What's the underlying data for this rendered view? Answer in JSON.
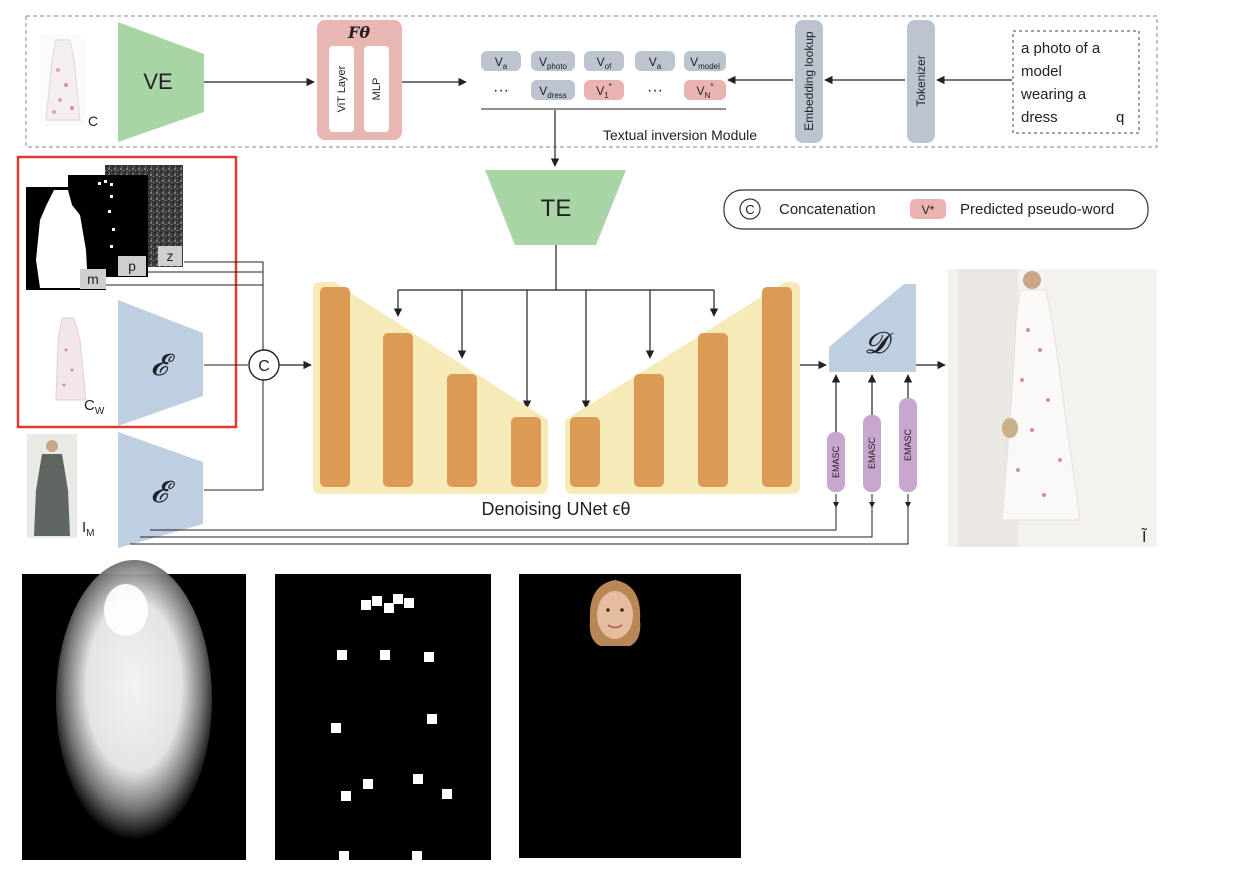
{
  "header": {
    "visual_encoder_label": "VE",
    "mapper_label": "Fθ",
    "vit_layer_label": "ViT Layer",
    "mlp_label": "MLP",
    "embedding_lookup_label": "Embedding lookup",
    "tokenizer_label": "Tokenizer",
    "prompt_lines": [
      "a photo of a",
      "model",
      "wearing a",
      "dress"
    ],
    "prompt_symbol": "q",
    "garment_symbol": "C",
    "textual_inversion_label": "Textual inversion Module",
    "dots": "···"
  },
  "tokens_row1": [
    {
      "base": "V",
      "sub": "a"
    },
    {
      "base": "V",
      "sub": "photo"
    },
    {
      "base": "V",
      "sub": "of"
    },
    {
      "base": "V",
      "sub": "a"
    },
    {
      "base": "V",
      "sub": "model"
    }
  ],
  "tokens_row2": [
    {
      "base": "V",
      "sub": "dress"
    },
    {
      "base": "V",
      "sub": "1",
      "sup": "*"
    },
    {
      "base": "V",
      "sub": "N",
      "sup": "*"
    }
  ],
  "text_encoder_label": "TE",
  "legend": {
    "concat_symbol": "C",
    "concat_label": "Concatenation",
    "pseudo_symbol": "V*",
    "pseudo_label": "Predicted pseudo-word"
  },
  "inputs": {
    "mask_label": "m",
    "pose_label": "p",
    "noise_label": "z",
    "warped_label_base": "C",
    "warped_label_sub": "W",
    "masked_label_base": "I",
    "masked_label_sub": "M"
  },
  "encoder_symbol": "𝓔",
  "concat_node_symbol": "C",
  "unet_label": "Denoising UNet ϵθ",
  "decoder_symbol": "𝓓",
  "emasc_label": "EMASC",
  "output_label": "Ĩ",
  "colors": {
    "visual_encoder": "#a9d4a5",
    "encoder": "#bfcfe2",
    "mapper": "#e8b7b3",
    "token": "#bcc4cf",
    "pseudo_token": "#eab3b0",
    "unet_bg": "#f7eab9",
    "unet_bar": "#dc9b55",
    "emasc": "#c8a7cf",
    "highlight_box": "#dd3a30"
  }
}
